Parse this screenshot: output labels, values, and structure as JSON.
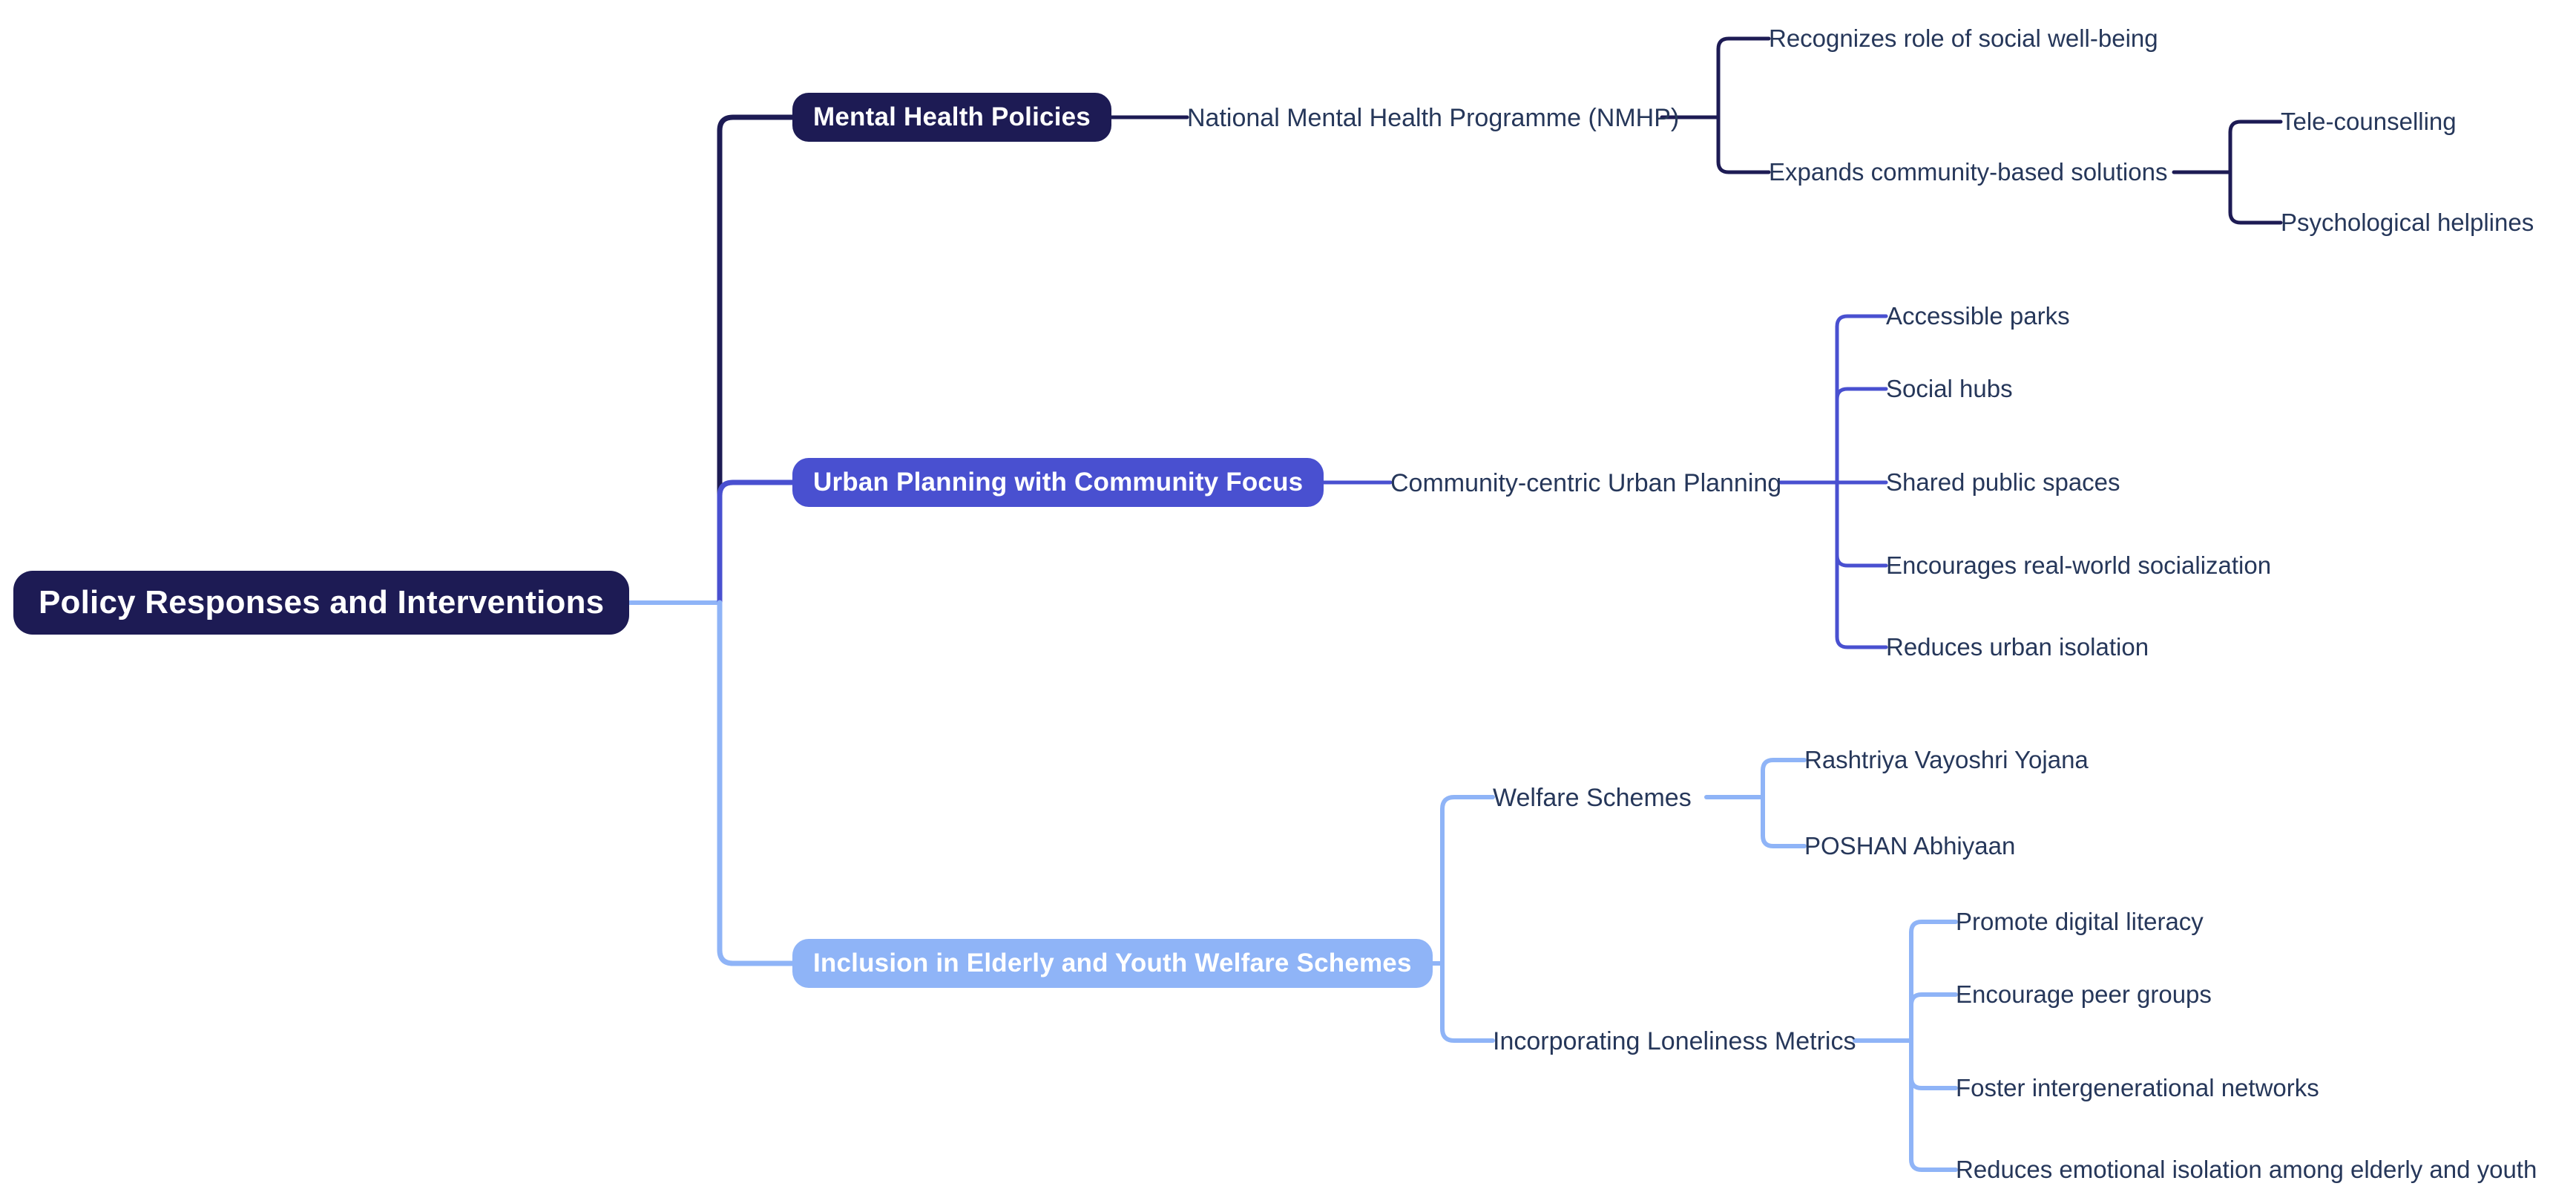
{
  "diagram": {
    "type": "mindmap",
    "orientation": "left-to-right",
    "background": "#ffffff",
    "text_color": "#26375a",
    "palette": {
      "navy": "#1d1b54",
      "indigo": "#4950d0",
      "light_blue": "#8fb4f7",
      "node_text": "#ffffff"
    },
    "root": {
      "label": "Policy Responses and Interventions",
      "color": "#1d1b54"
    },
    "branches": [
      {
        "label": "Mental Health Policies",
        "color": "#1d1b54",
        "children": [
          {
            "label": "National Mental Health Programme (NMHP)",
            "children": [
              {
                "label": "Recognizes role of social well-being",
                "children": []
              },
              {
                "label": "Expands community-based solutions",
                "children": [
                  {
                    "label": "Tele-counselling",
                    "children": []
                  },
                  {
                    "label": "Psychological helplines",
                    "children": []
                  }
                ]
              }
            ]
          }
        ]
      },
      {
        "label": "Urban Planning with Community Focus",
        "color": "#4950d0",
        "children": [
          {
            "label": "Community-centric Urban Planning",
            "children": [
              {
                "label": "Accessible parks",
                "children": []
              },
              {
                "label": "Social hubs",
                "children": []
              },
              {
                "label": "Shared public spaces",
                "children": []
              },
              {
                "label": "Encourages real-world socialization",
                "children": []
              },
              {
                "label": "Reduces urban isolation",
                "children": []
              }
            ]
          }
        ]
      },
      {
        "label": "Inclusion in Elderly and Youth Welfare Schemes",
        "color": "#8fb4f7",
        "children": [
          {
            "label": "Welfare Schemes",
            "children": [
              {
                "label": "Rashtriya Vayoshri Yojana",
                "children": []
              },
              {
                "label": "POSHAN Abhiyaan",
                "children": []
              }
            ]
          },
          {
            "label": "Incorporating Loneliness Metrics",
            "children": [
              {
                "label": "Promote digital literacy",
                "children": []
              },
              {
                "label": "Encourage peer groups",
                "children": []
              },
              {
                "label": "Foster intergenerational networks",
                "children": []
              },
              {
                "label": "Reduces emotional isolation among elderly and youth",
                "children": []
              }
            ]
          }
        ]
      }
    ]
  }
}
